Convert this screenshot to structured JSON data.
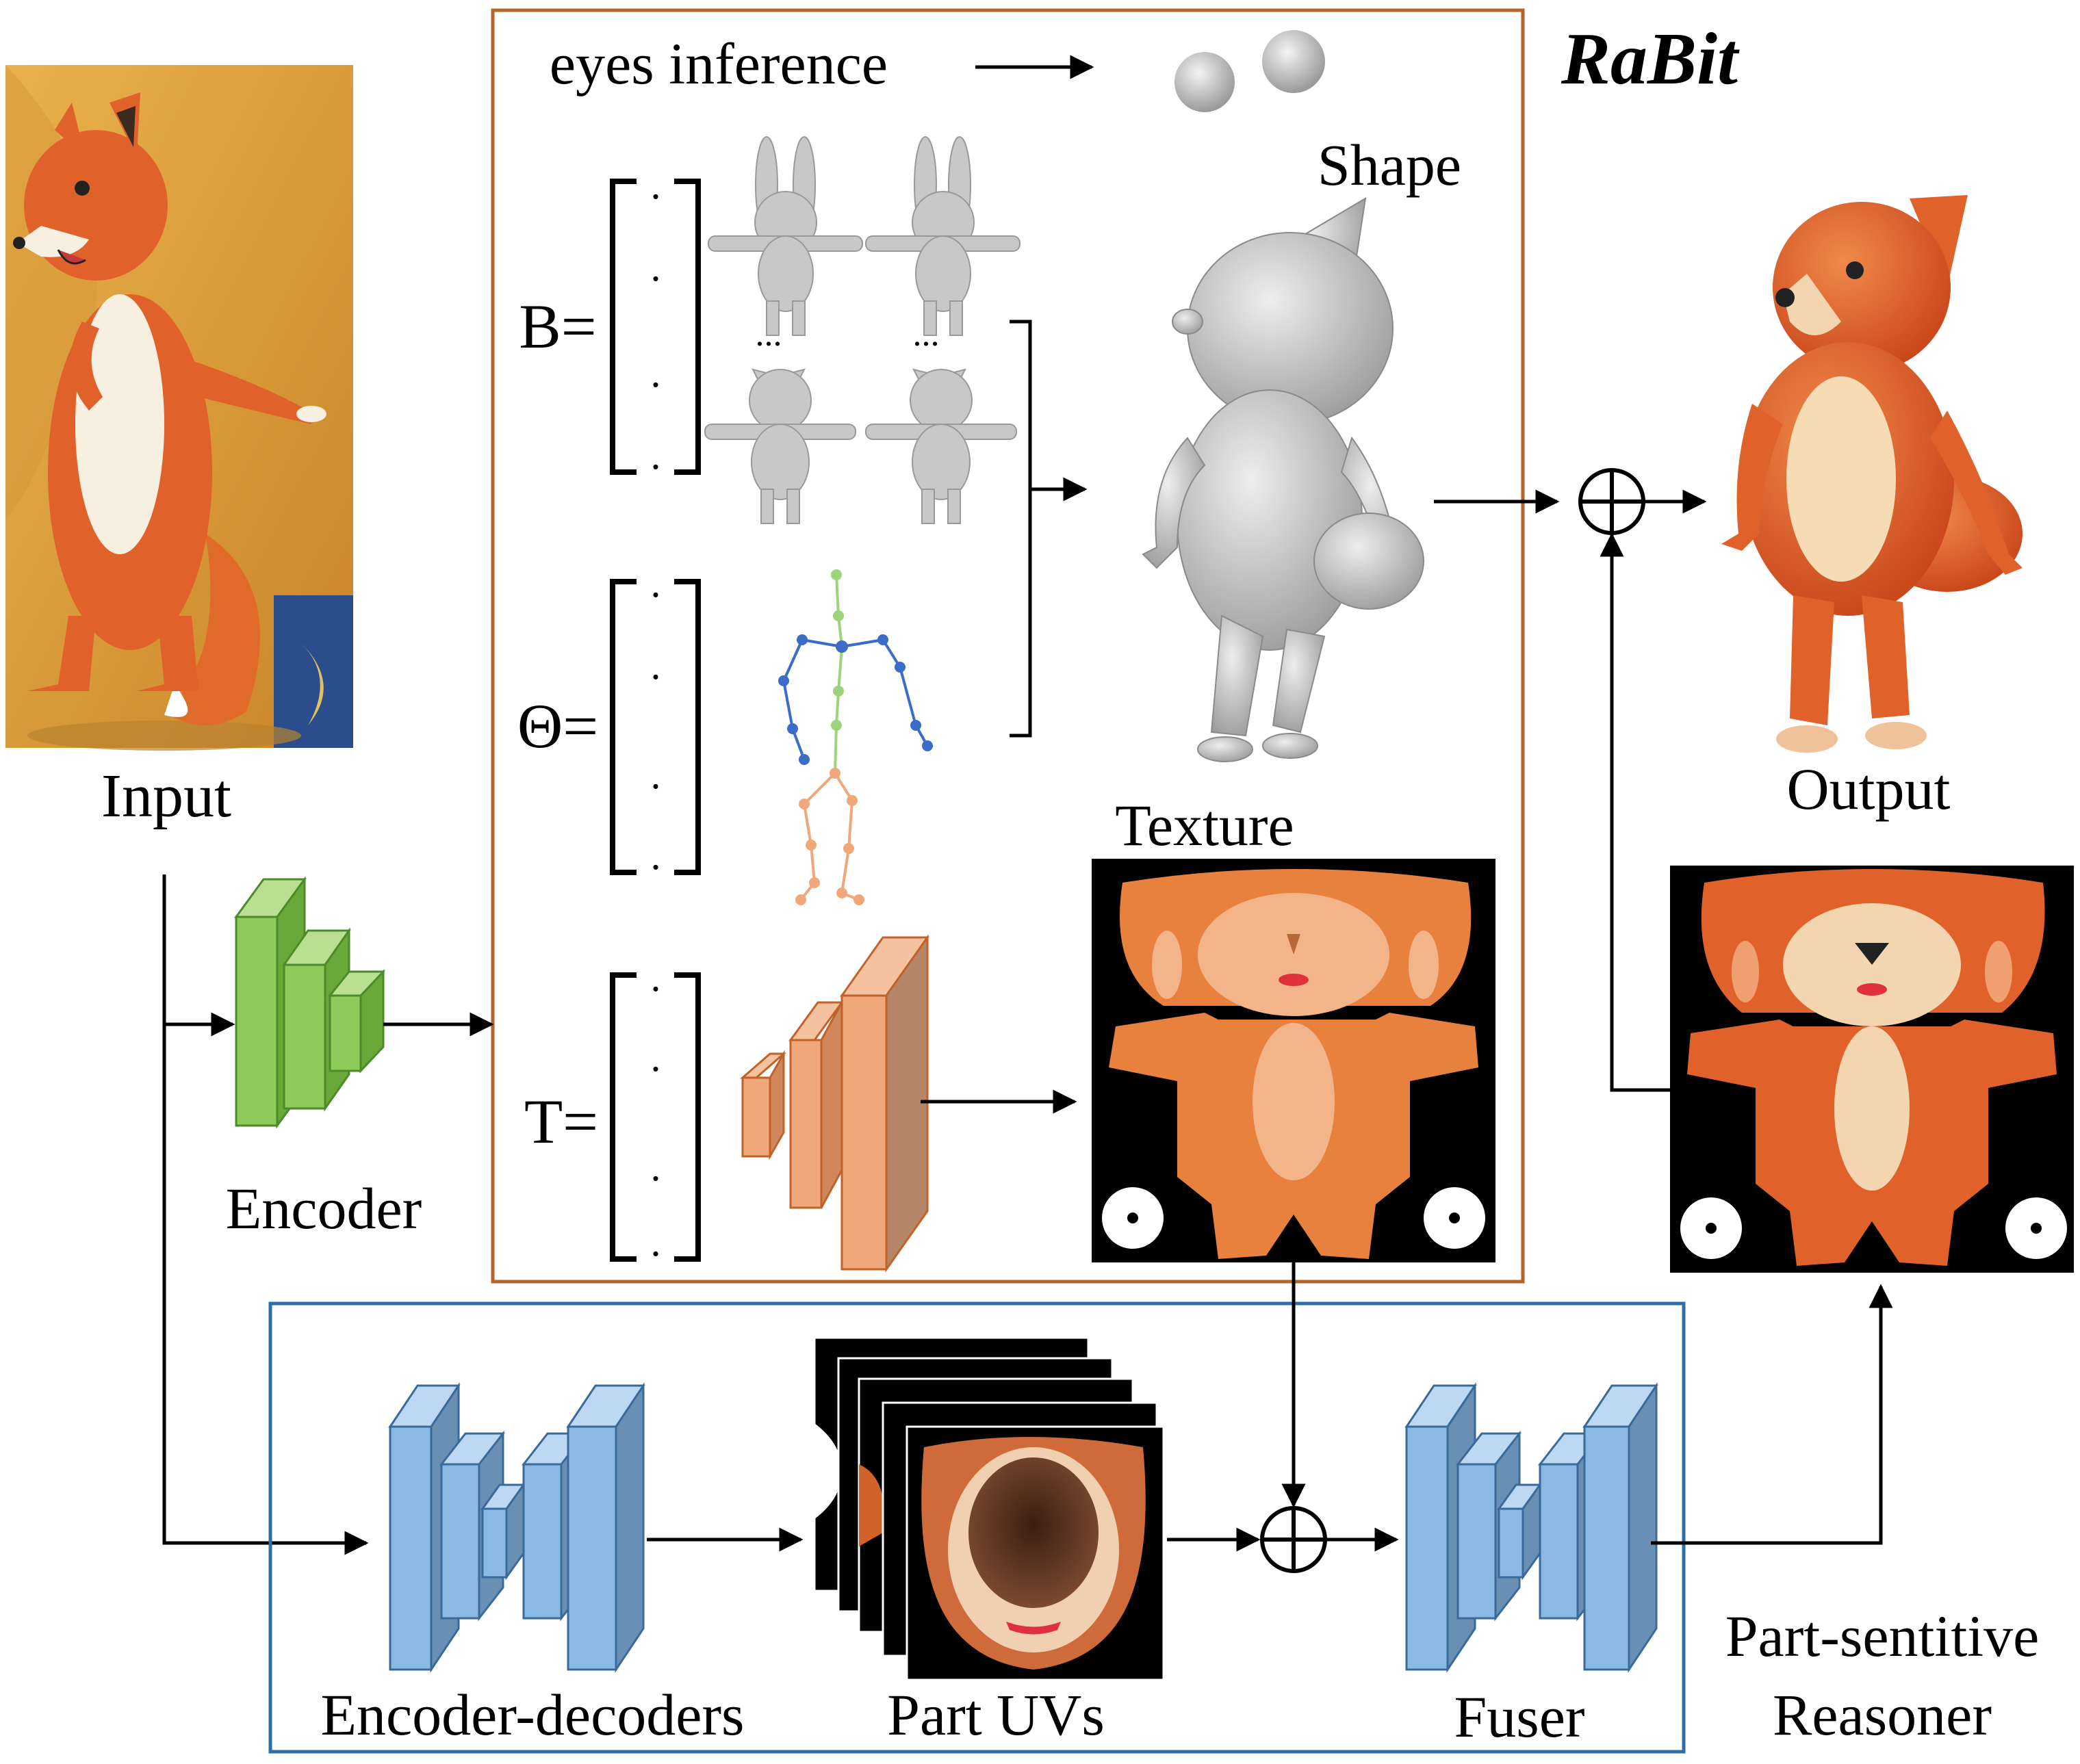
{
  "labels": {
    "input": "Input",
    "encoder": "Encoder",
    "eyes_inference": "eyes inference",
    "rabit": "RaBit",
    "shape": "Shape",
    "b_eq": "B=",
    "theta_eq": "Θ=",
    "t_eq": "T=",
    "texture": "Texture",
    "output": "Output",
    "encoder_decoders": "Encoder-decoders",
    "part_uvs": "Part UVs",
    "fuser": "Fuser",
    "part_sentitive_line1": "Part-sentitive",
    "part_sentitive_line2": "Reasoner",
    "ellipsis": "...",
    "bracket_dot": "."
  },
  "colors": {
    "rabit_box": "#b5632a",
    "reasoner_box": "#2f6ea6",
    "encoder_green": "#8fcb5a",
    "decoder_orange": "#f0a77a",
    "net_blue": "#8ab9e4",
    "fox_orange": "#e0622a",
    "uv_black": "#000000"
  }
}
